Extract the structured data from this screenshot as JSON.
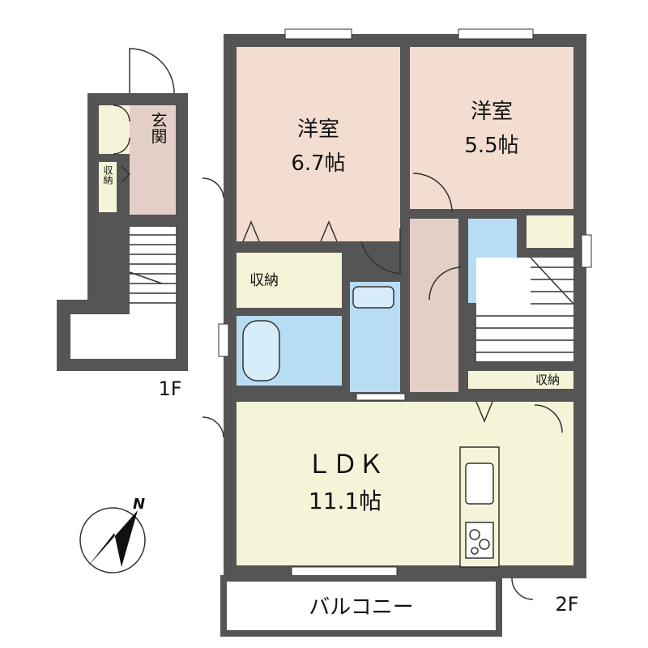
{
  "colors": {
    "wall": "#555555",
    "western_room": "#f3ddd0",
    "ldk": "#f6f4d8",
    "hall": "#e3cfc6",
    "wet_area": "#b8dcf3",
    "storage": "#f6f4d8",
    "entrance_floor": "#e3cfc6"
  },
  "floors": {
    "first": "1F",
    "second": "2F"
  },
  "rooms": {
    "western1": {
      "name": "洋室",
      "size": "6.7帖"
    },
    "western2": {
      "name": "洋室",
      "size": "5.5帖"
    },
    "ldk": {
      "name": "ＬＤＫ",
      "size": "11.1帖"
    },
    "storage_mid": "収納",
    "storage_right": "収納",
    "storage_1f": "収納",
    "entrance": "玄関",
    "balcony": "バルコニー"
  },
  "compass": {
    "label": "N",
    "icon": "north-arrow-icon"
  }
}
